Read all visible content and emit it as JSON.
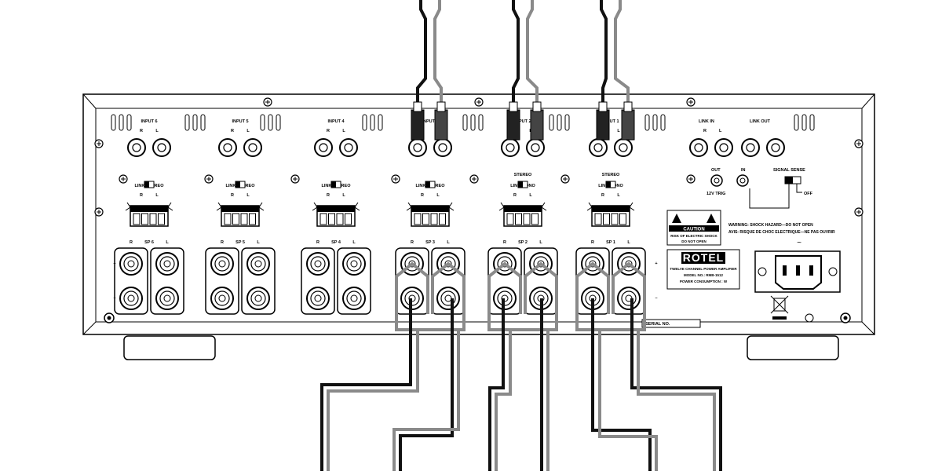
{
  "amplifier": {
    "channels": [
      {
        "input": "INPUT 6",
        "mode": "LINK STEREO",
        "sp": "SP 6"
      },
      {
        "input": "INPUT 5",
        "mode": "LINK STEREO",
        "sp": "SP 5"
      },
      {
        "input": "INPUT 4",
        "mode": "LINK STEREO",
        "sp": "SP 4"
      },
      {
        "input": "INPUT 3",
        "mode": "LINK STEREO",
        "sp": "SP 3"
      },
      {
        "input": "INPUT 2",
        "top": "STEREO",
        "mode": "LINK MONO",
        "sp": "SP 2"
      },
      {
        "input": "INPUT 1",
        "top": "STEREO",
        "mode": "LINK MONO",
        "sp": "SP 1"
      }
    ],
    "rl_labels": {
      "r": "R",
      "l": "L",
      "plus": "+",
      "minus": "–"
    },
    "link_in": "LINK IN",
    "link_out": "LINK OUT",
    "trigger": {
      "out": "OUT",
      "in": "IN",
      "label": "12V TRIG"
    },
    "signal_sense": {
      "label": "SIGNAL SENSE",
      "off": "OFF"
    },
    "warning": {
      "caution_title": "CAUTION",
      "caution_line1": "RISK OF ELECTRIC SHOCK",
      "caution_line2": "DO NOT OPEN",
      "warn_en": "WARNING: SHOCK HAZARD—DO NOT OPEN",
      "warn_fr": "AVIS: RISQUE DE CHOC ELECTRIQUE—NE PAS OUVRIR"
    },
    "label_plate": {
      "brand": "ROTEL",
      "desc": "TWELVE CHANNEL POWER AMPLIFIER",
      "model": "MODEL NO.: RMB-1512",
      "power": "POWER CONSUMPTION : W"
    },
    "serial": "SERIAL NO.",
    "ac_symbol": "~"
  }
}
